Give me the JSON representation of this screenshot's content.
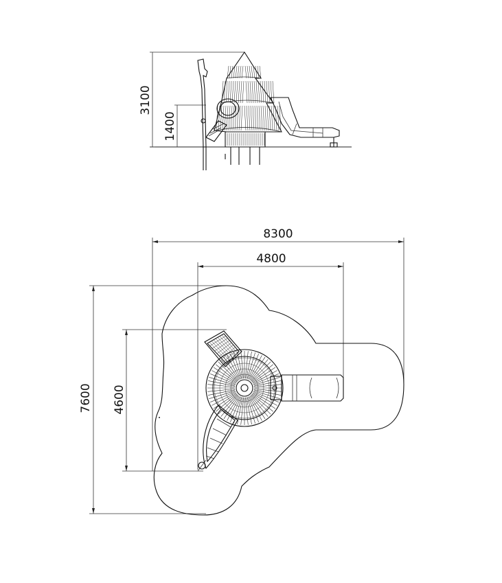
{
  "elevation": {
    "dimensions": {
      "total_height": "3100",
      "platform_height": "1400"
    }
  },
  "plan": {
    "dimensions": {
      "overall_width": "8300",
      "inner_width": "4800",
      "overall_depth": "7600",
      "inner_depth": "4600"
    }
  },
  "colors": {
    "line": "#111111",
    "background": "#ffffff"
  }
}
